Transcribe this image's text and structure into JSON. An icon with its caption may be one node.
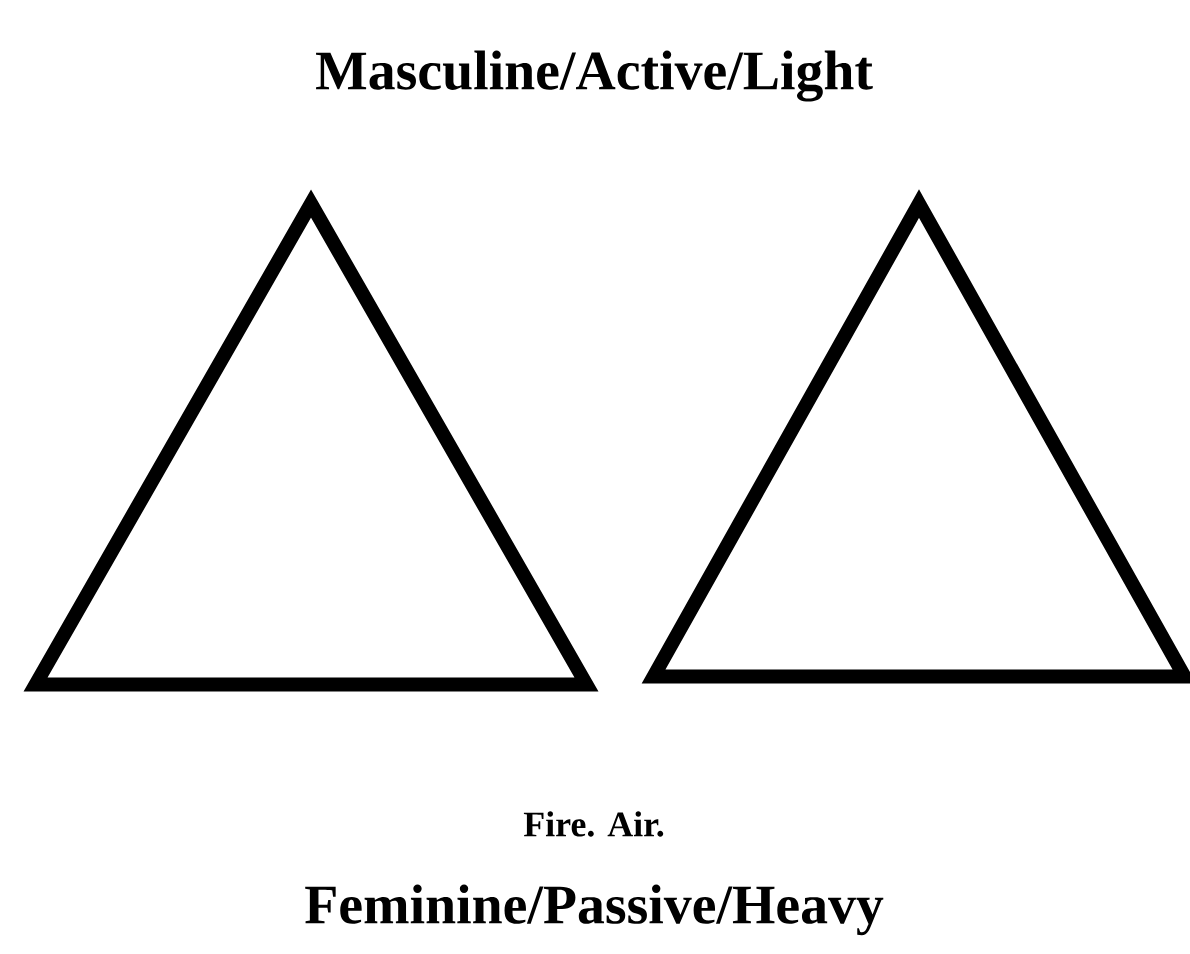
{
  "diagram": {
    "title": "Masculine/Active/Light",
    "nodes": [
      {
        "text": [],
        "shape": "triangle"
      },
      {
        "text": [],
        "shape": "triangle"
      }
    ],
    "labels": [
      "Fire. Air.",
      "Feminine/Passive/Heavy"
    ]
  }
}
